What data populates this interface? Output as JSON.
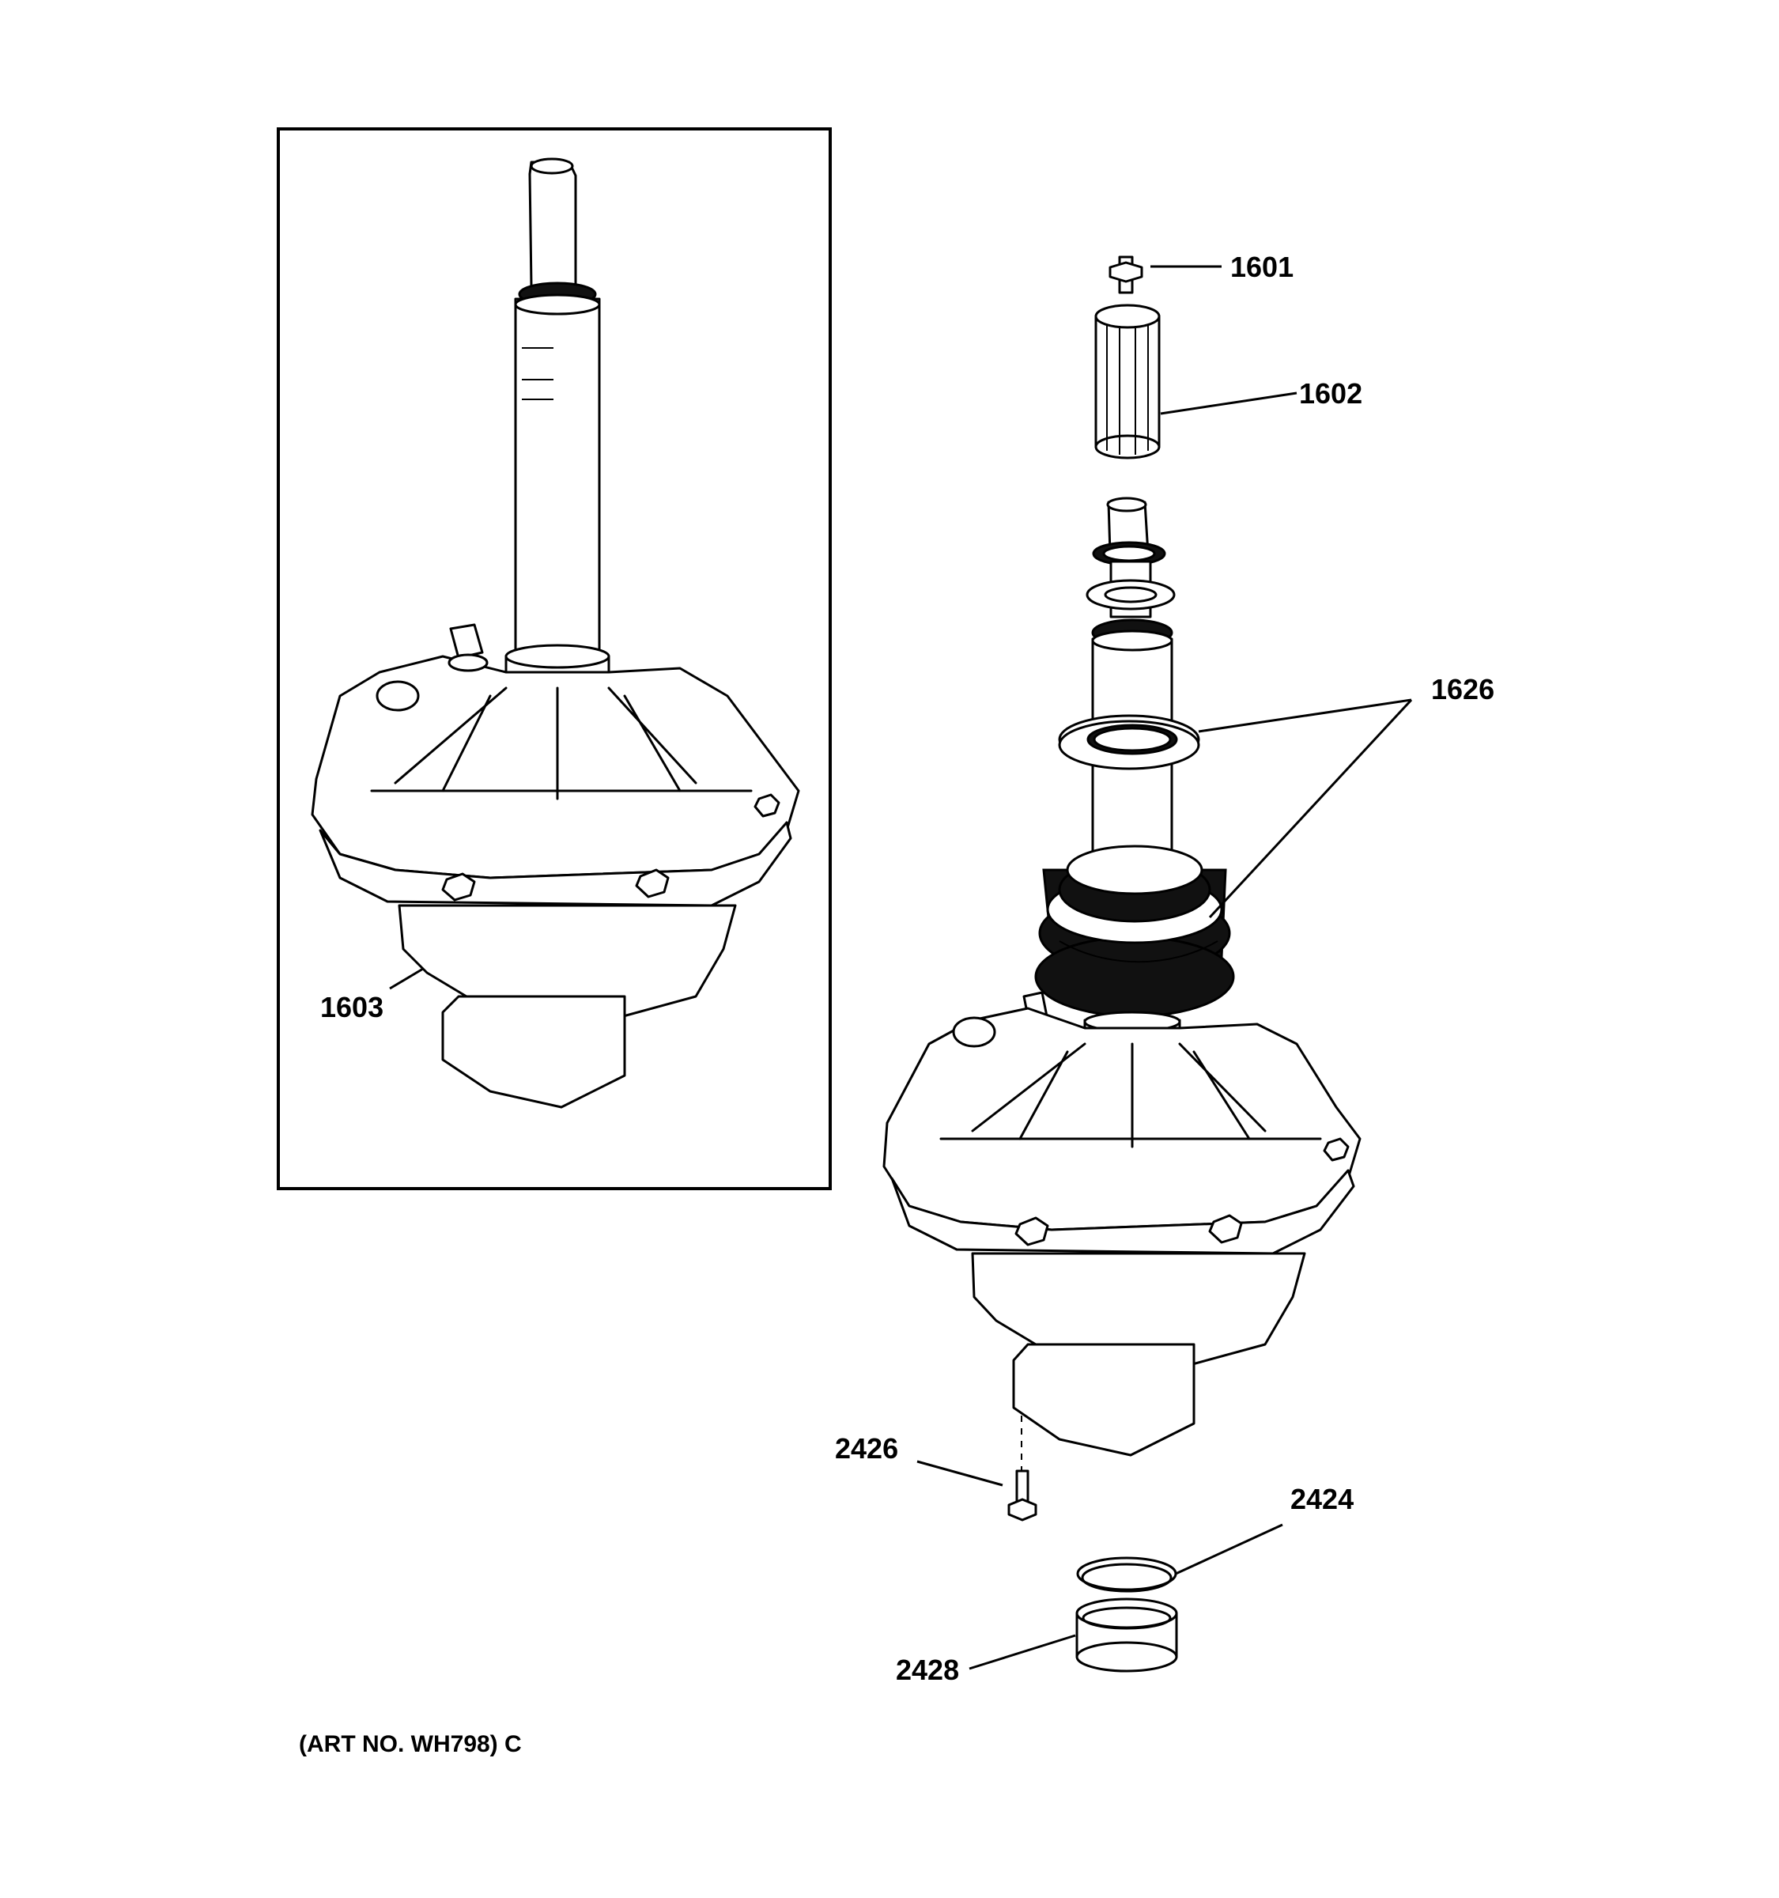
{
  "diagram": {
    "labels": {
      "p1601": "1601",
      "p1602": "1602",
      "p1603": "1603",
      "p1626": "1626",
      "p2424": "2424",
      "p2426": "2426",
      "p2428": "2428"
    },
    "caption": "(ART NO. WH798) C"
  }
}
